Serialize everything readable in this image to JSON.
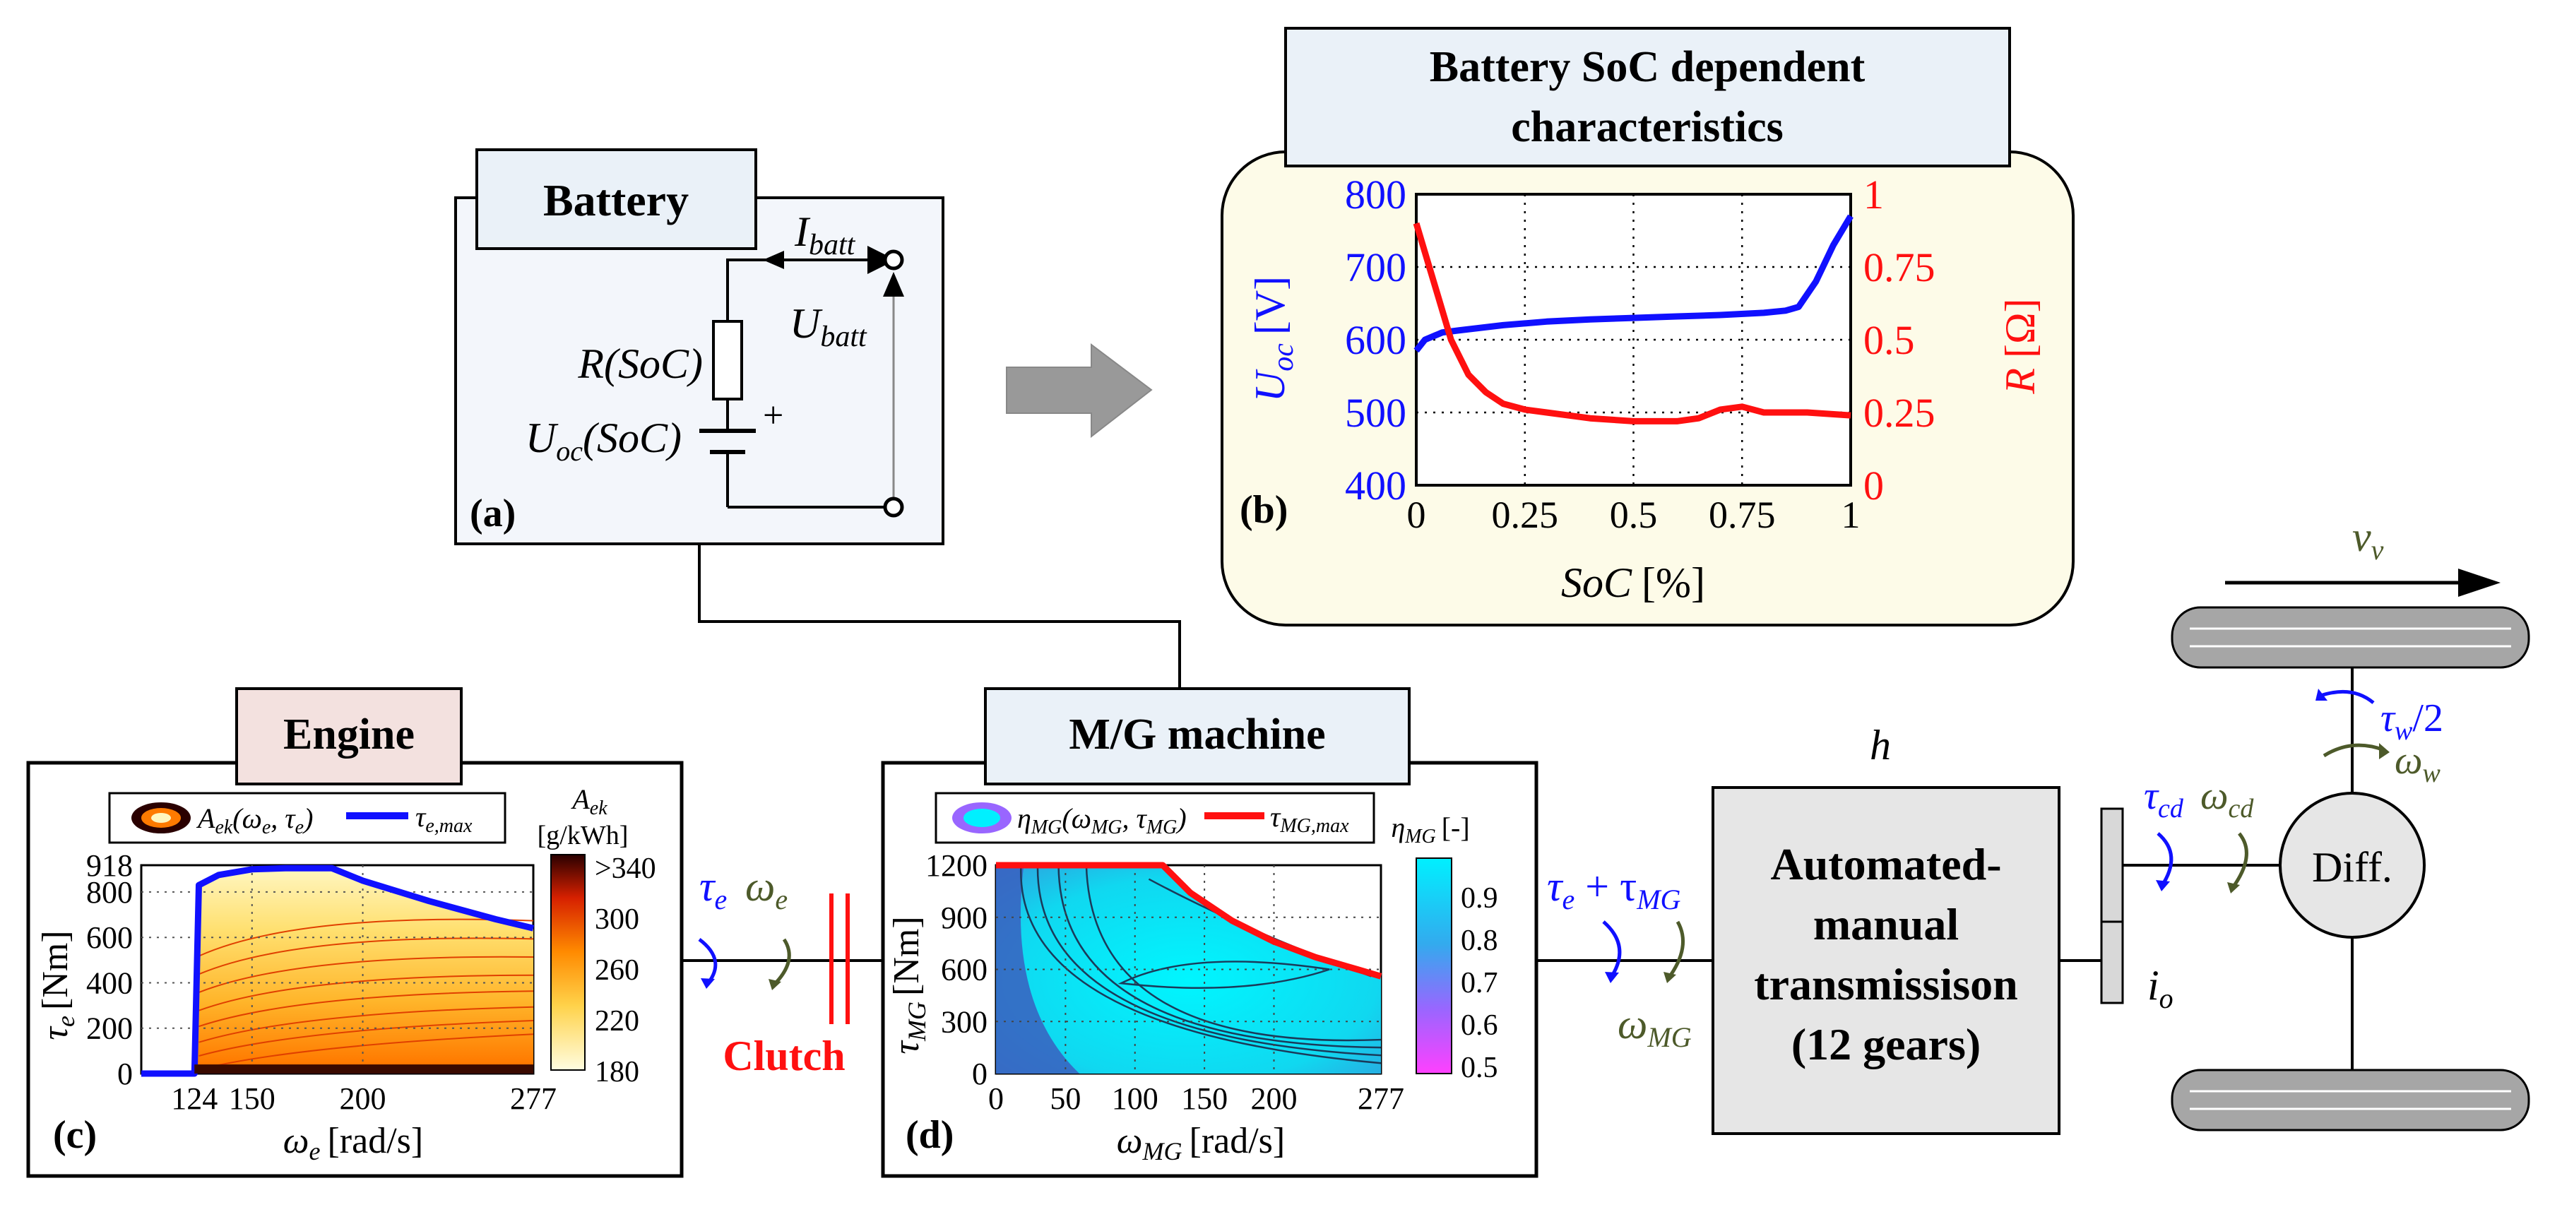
{
  "battery": {
    "title": "Battery",
    "tag": "(a)",
    "r_label": "R(SoC)",
    "uoc_main": "U",
    "uoc_sub": "oc",
    "uoc_tail": "(SoC)",
    "plus": "+",
    "ibatt_main": "I",
    "ibatt_sub": "batt",
    "ubatt_main": "U",
    "ubatt_sub": "batt"
  },
  "soc_panel": {
    "title_line1": "Battery SoC dependent",
    "title_line2": "characteristics",
    "tag": "(b)",
    "left_label_main": "U",
    "left_label_sub": "oc",
    "left_label_unit": "[V]",
    "right_label_main": "R",
    "right_label_unit": "[Ω]",
    "xlabel_main": "SoC",
    "xlabel_unit": "[%]"
  },
  "engine": {
    "title": "Engine",
    "tag": "(c)",
    "legend_map": "A",
    "legend_map_sub": "ek",
    "legend_map_args": "(ω",
    "legend_map_args_sub": "e",
    "legend_map_args2": ", τ",
    "legend_map_args2_sub": "e",
    "legend_map_close": ")",
    "legend_line": "τ",
    "legend_line_sub": "e,max",
    "colorbar_title_main": "A",
    "colorbar_title_sub": "ek",
    "colorbar_unit": "[g/kWh]",
    "colorbar_ticks": [
      ">340",
      "300",
      "260",
      "220",
      "180"
    ],
    "ylabel_main": "τ",
    "ylabel_sub": "e",
    "ylabel_unit": "[Nm]",
    "xlabel_main": "ω",
    "xlabel_sub": "e",
    "xlabel_unit": "[rad/s]"
  },
  "mg": {
    "title": "M/G machine",
    "tag": "(d)",
    "legend_map": "η",
    "legend_map_sub": "MG",
    "legend_map_args": "(ω",
    "legend_map_args_sub": "MG",
    "legend_map_args2": ", τ",
    "legend_map_args2_sub": "MG",
    "legend_map_close": ")",
    "legend_line": "τ",
    "legend_line_sub": "MG,max",
    "colorbar_title_main": "η",
    "colorbar_title_sub": "MG",
    "colorbar_unit": "[-]",
    "colorbar_ticks": [
      "0.9",
      "0.8",
      "0.7",
      "0.6",
      "0.5"
    ],
    "ylabel_main": "τ",
    "ylabel_sub": "MG",
    "ylabel_unit": "[Nm]",
    "xlabel_main": "ω",
    "xlabel_sub": "MG",
    "xlabel_unit": "[rad/s]"
  },
  "drivetrain": {
    "clutch": "Clutch",
    "tau_e": "τ",
    "tau_e_sub": "e",
    "omega_e": "ω",
    "omega_e_sub": "e",
    "tau_sum_a": "τ",
    "tau_sum_a_sub": "e",
    "tau_sum_plus": " + τ",
    "tau_sum_b_sub": "MG",
    "omega_mg": "ω",
    "omega_mg_sub": "MG",
    "h": "h",
    "amt_line1": "Automated-",
    "amt_line2": "manual",
    "amt_line3": "transmissison",
    "amt_line4": "(12 gears)",
    "tau_cd": "τ",
    "tau_cd_sub": "cd",
    "omega_cd": "ω",
    "omega_cd_sub": "cd",
    "io": "i",
    "io_sub": "o",
    "diff": "Diff.",
    "tau_w": "τ",
    "tau_w_sub": "w",
    "tau_w_tail": "/2",
    "omega_w": "ω",
    "omega_w_sub": "w",
    "vv": "v",
    "vv_sub": "v"
  },
  "colors": {
    "blue": "#1010ff",
    "red": "#ff1010",
    "olive": "#4d5a2a",
    "panel_fill": "#fdfbe8",
    "title_fill": "#eaf1f8",
    "engine_title_fill": "#f3e1df"
  },
  "chart_data": [
    {
      "type": "line",
      "x_ticks": [
        "0",
        "0.25",
        "0.5",
        "0.75",
        "1"
      ],
      "y_left_ticks": [
        "800",
        "700",
        "600",
        "500",
        "400"
      ],
      "y_right_ticks": [
        "1",
        "0.75",
        "0.5",
        "0.25",
        "0"
      ],
      "xlim": [
        0,
        1
      ],
      "ylim_left": [
        400,
        800
      ],
      "ylim_right": [
        0,
        1
      ],
      "grid": true,
      "series": [
        {
          "name": "U_oc",
          "axis": "left",
          "color": "#1010ff",
          "x": [
            0,
            0.02,
            0.06,
            0.1,
            0.2,
            0.3,
            0.4,
            0.5,
            0.6,
            0.7,
            0.8,
            0.85,
            0.88,
            0.92,
            0.96,
            1.0
          ],
          "y": [
            585,
            600,
            610,
            613,
            620,
            625,
            628,
            630,
            632,
            634,
            637,
            640,
            645,
            680,
            730,
            770
          ]
        },
        {
          "name": "R",
          "axis": "right",
          "color": "#ff1010",
          "x": [
            0,
            0.02,
            0.05,
            0.08,
            0.12,
            0.16,
            0.2,
            0.25,
            0.3,
            0.4,
            0.5,
            0.6,
            0.65,
            0.7,
            0.75,
            0.8,
            0.9,
            1.0
          ],
          "y": [
            0.9,
            0.8,
            0.65,
            0.5,
            0.38,
            0.32,
            0.28,
            0.26,
            0.25,
            0.23,
            0.22,
            0.22,
            0.23,
            0.26,
            0.27,
            0.25,
            0.25,
            0.24
          ]
        }
      ]
    },
    {
      "type": "heatmap",
      "x_ticks": [
        "124",
        "150",
        "200",
        "277"
      ],
      "x_tick_values": [
        124,
        150,
        200,
        277
      ],
      "y_ticks": [
        "918",
        "800",
        "600",
        "400",
        "200",
        "0"
      ],
      "y_tick_values": [
        918,
        800,
        600,
        400,
        200,
        0
      ],
      "xlim": [
        100,
        277
      ],
      "ylim": [
        0,
        918
      ],
      "grid": true,
      "series": [
        {
          "name": "τ_e,max",
          "color": "#1010ff",
          "x": [
            100,
            124,
            126,
            135,
            150,
            165,
            186,
            200,
            230,
            260,
            277
          ],
          "y": [
            0,
            0,
            830,
            875,
            900,
            905,
            905,
            850,
            760,
            680,
            640
          ]
        }
      ]
    },
    {
      "type": "heatmap",
      "x_ticks": [
        "0",
        "50",
        "100",
        "150",
        "200",
        "277"
      ],
      "x_tick_values": [
        0,
        50,
        100,
        150,
        200,
        277
      ],
      "y_ticks": [
        "1200",
        "900",
        "600",
        "300",
        "0"
      ],
      "y_tick_values": [
        1200,
        900,
        600,
        300,
        0
      ],
      "xlim": [
        0,
        277
      ],
      "ylim": [
        0,
        1200
      ],
      "grid": true,
      "series": [
        {
          "name": "τ_MG,max",
          "color": "#ff1010",
          "x": [
            0,
            120,
            140,
            170,
            200,
            230,
            260,
            277
          ],
          "y": [
            1200,
            1200,
            1040,
            880,
            760,
            670,
            600,
            560
          ]
        }
      ]
    }
  ]
}
